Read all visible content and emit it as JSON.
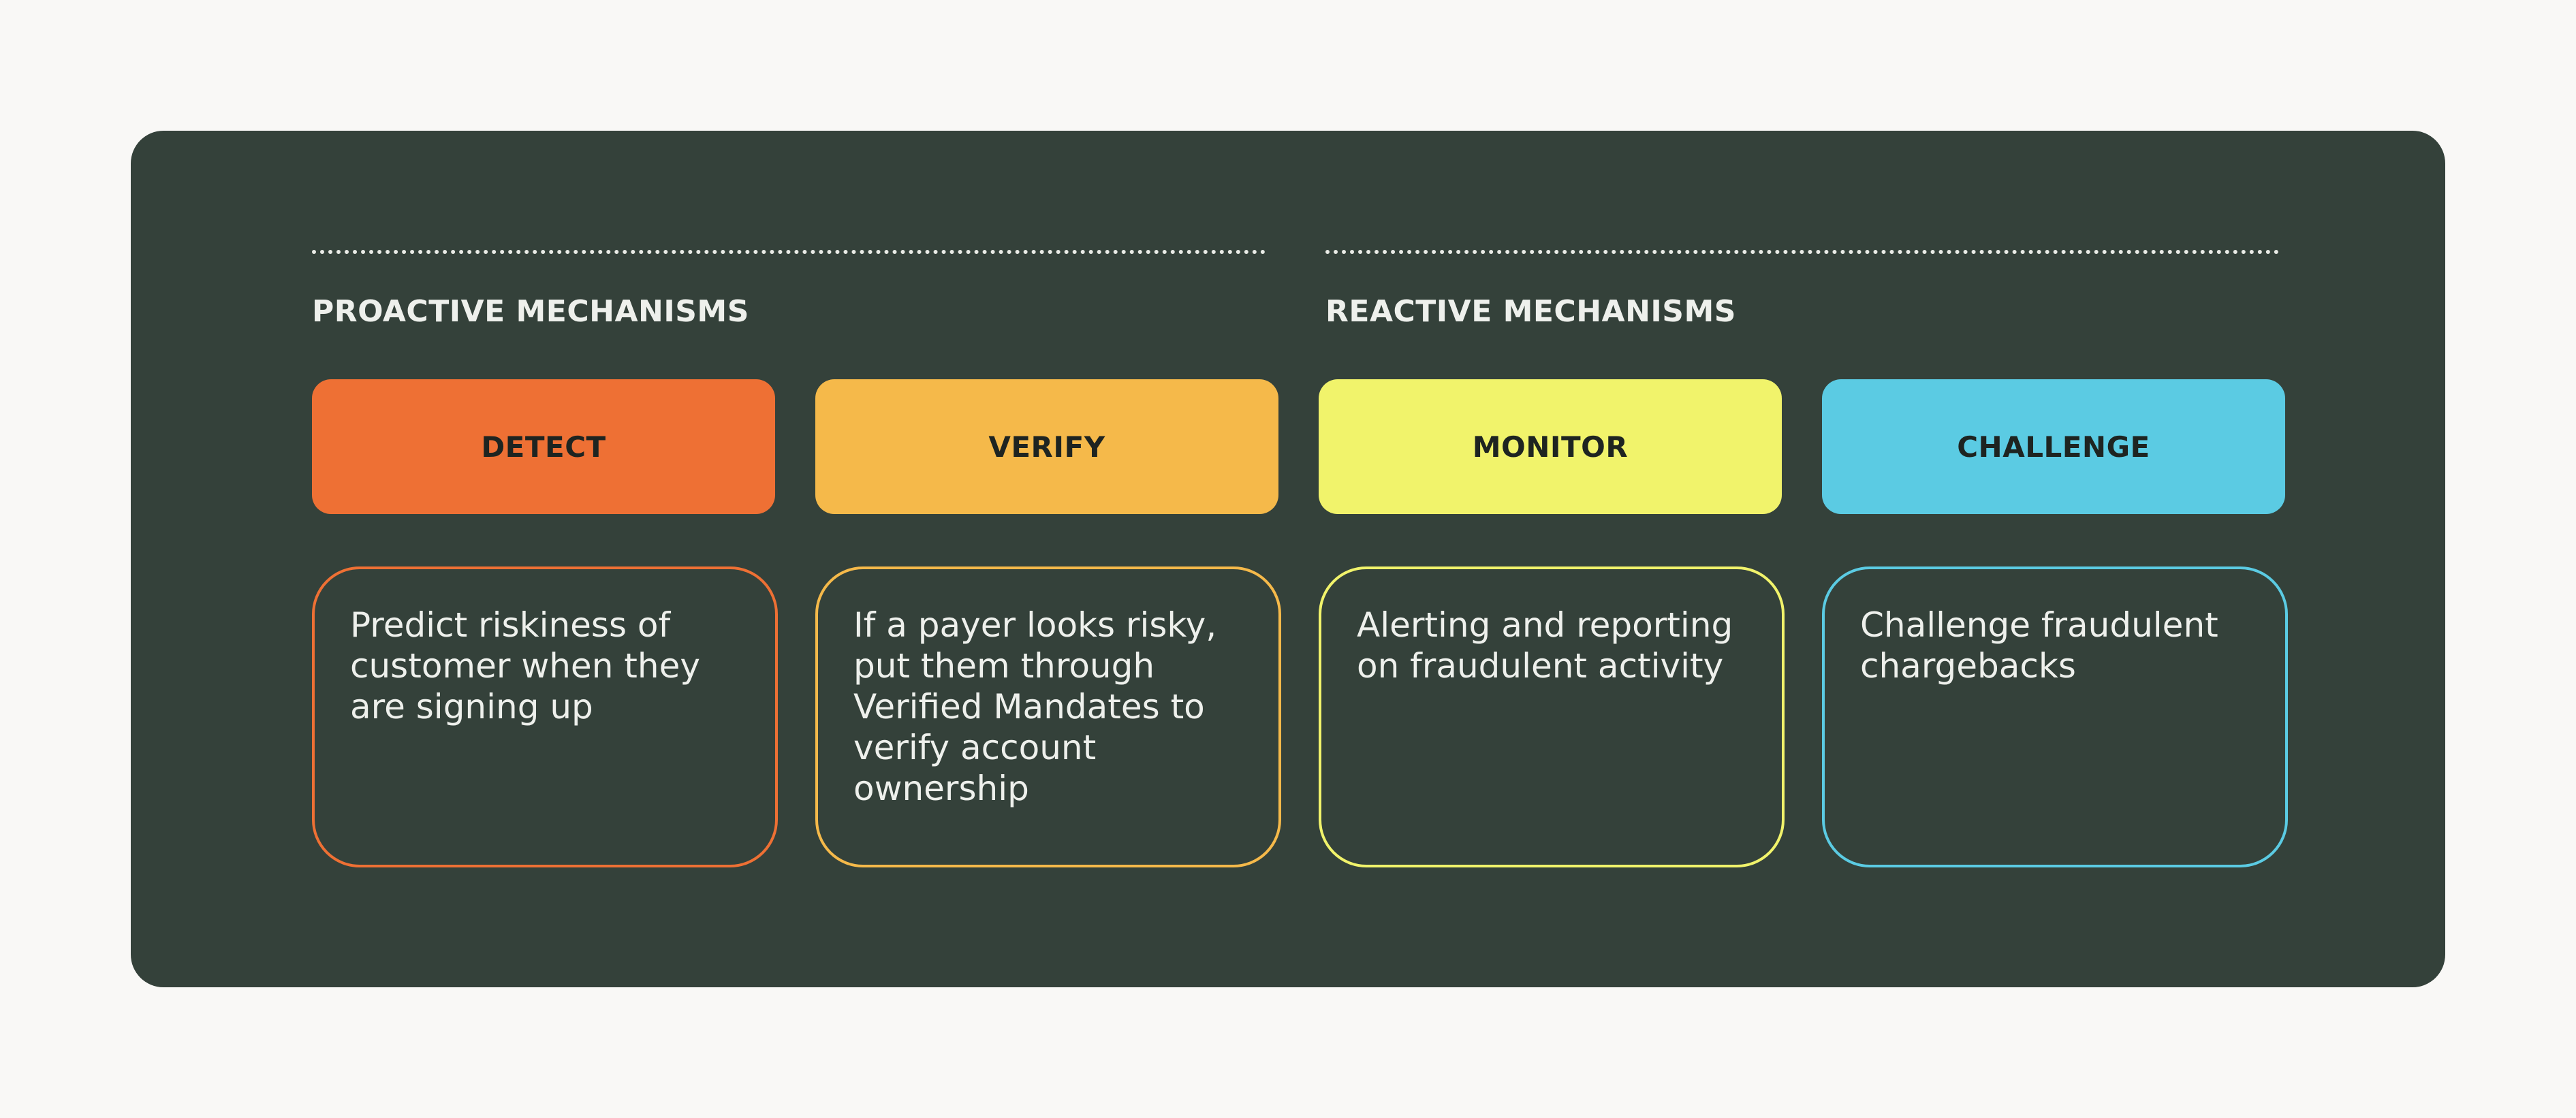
{
  "groups": {
    "proactive_label": "PROACTIVE MECHANISMS",
    "reactive_label": "REACTIVE MECHANISMS"
  },
  "stages": [
    {
      "label": "DETECT",
      "description": "Predict riskiness of customer when they are signing up",
      "color": "#ee7034"
    },
    {
      "label": "VERIFY",
      "description": "If a payer looks risky, put them through Verified Mandates to verify account ownership",
      "color": "#f5b94a"
    },
    {
      "label": "MONITOR",
      "description": "Alerting and reporting on fraudulent activity",
      "color": "#f1f36b"
    },
    {
      "label": "CHALLENGE",
      "description": "Challenge fraudulent chargebacks",
      "color": "#5bcbe3"
    }
  ],
  "colors": {
    "background": "#f9f8f6",
    "panel": "#34413a",
    "text_light": "#eef0ec",
    "text_dark": "#1e2421"
  }
}
